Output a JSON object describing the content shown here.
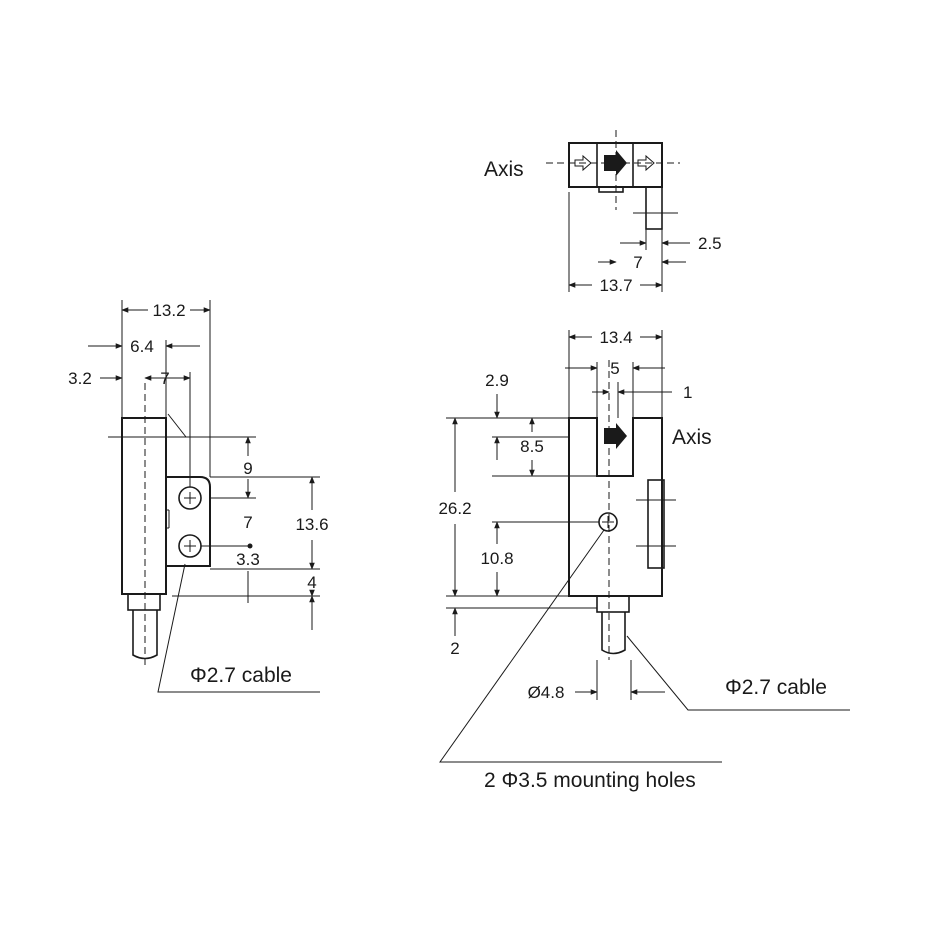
{
  "side_view": {
    "dims": {
      "width_total": "13.2",
      "body_width": "6.4",
      "offset": "3.2",
      "hole_offset": "7",
      "top_to_hole": "9",
      "hole_pitch": "7",
      "hole_to_bottom": "3.3",
      "bracket_height": "13.6",
      "bottom_step": "4"
    },
    "cable_label": "Φ2.7 cable"
  },
  "top_view": {
    "axis_label": "Axis",
    "dims": {
      "tab_width": "2.5",
      "slot_offset": "7",
      "total_width": "13.7"
    }
  },
  "front_view": {
    "axis_label": "Axis",
    "dims": {
      "total_width": "13.4",
      "slot_width": "5",
      "axis_offset": "1",
      "top_gap": "2.9",
      "slot_depth": "8.5",
      "total_height": "26.2",
      "hole_height": "10.8",
      "cable_offset": "2",
      "boot_diameter": "Ø4.8"
    },
    "cable_label": "Φ2.7 cable",
    "mounting_label": "2 Φ3.5 mounting holes"
  },
  "colors": {
    "ink": "#1a1a1a",
    "background": "#ffffff"
  }
}
